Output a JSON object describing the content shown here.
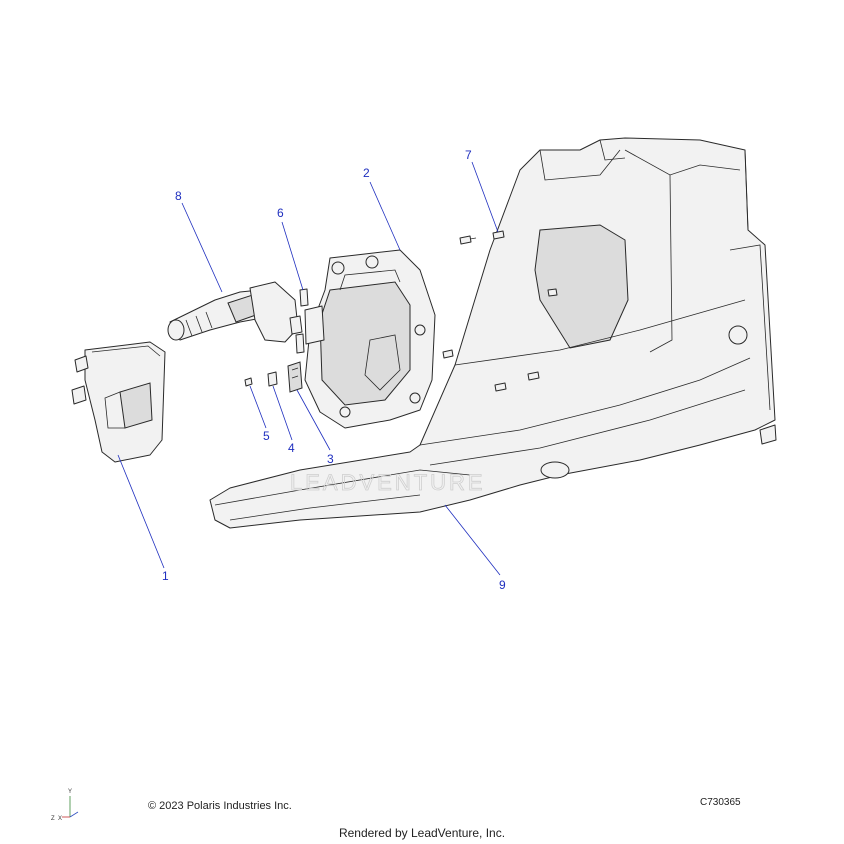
{
  "callouts": [
    {
      "id": "1",
      "label": "1"
    },
    {
      "id": "2",
      "label": "2"
    },
    {
      "id": "3",
      "label": "3"
    },
    {
      "id": "4",
      "label": "4"
    },
    {
      "id": "5",
      "label": "5"
    },
    {
      "id": "6",
      "label": "6"
    },
    {
      "id": "7",
      "label": "7"
    },
    {
      "id": "8",
      "label": "8"
    },
    {
      "id": "9",
      "label": "9"
    }
  ],
  "watermark": "LEADVENTURE",
  "axes": {
    "y": "Y",
    "z": "Z",
    "x": "X"
  },
  "footer": {
    "copyright": "© 2023 Polaris Industries Inc.",
    "drawing_id": "C730365",
    "rendered_by": "Rendered by LeadVenture, Inc."
  },
  "colors": {
    "callout": "#1f2fbf",
    "line": "#2a2a2a",
    "fill": "#f2f2f2"
  }
}
